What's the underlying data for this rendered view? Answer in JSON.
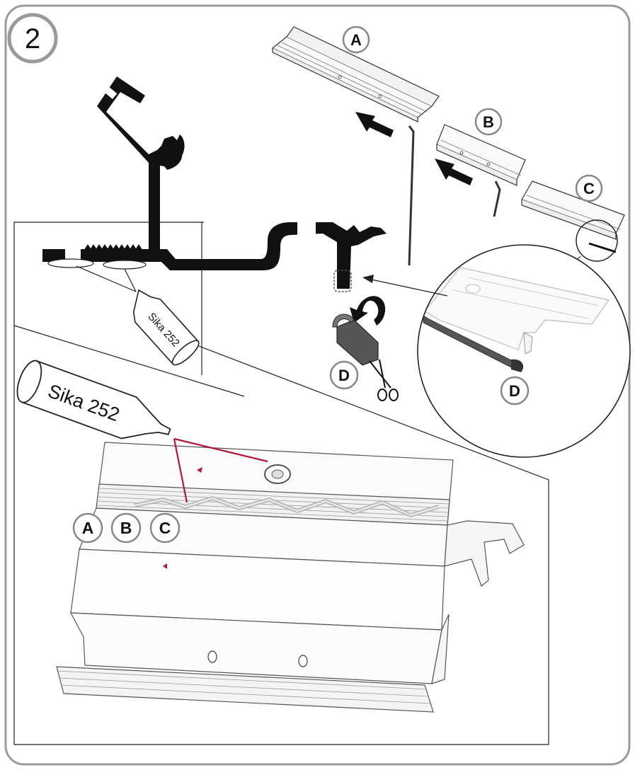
{
  "step_number": "2",
  "labels": {
    "a": "A",
    "b": "B",
    "c": "C",
    "d": "D"
  },
  "adhesive": {
    "small_tube_text": "Sika 252",
    "large_tube_text": "Sika 252"
  },
  "colors": {
    "frame_border": "#9a9a9a",
    "profile_fill": "#111111",
    "glue_line": "#b0173a",
    "trim_strip": "#555555"
  }
}
